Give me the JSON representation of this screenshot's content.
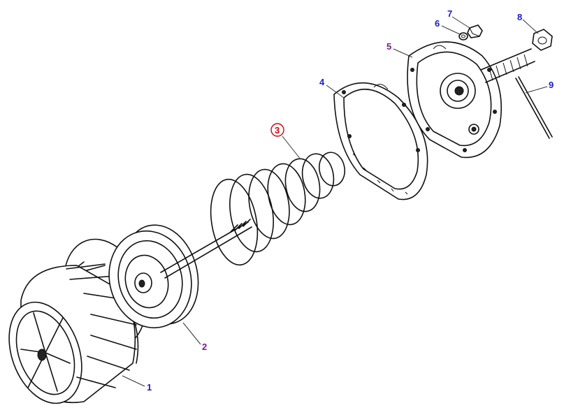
{
  "callouts": [
    {
      "id": "1",
      "label": "1",
      "color": "#1a1acc"
    },
    {
      "id": "2",
      "label": "2",
      "color": "#7a1a8a"
    },
    {
      "id": "3",
      "label": "3",
      "color": "#d40000",
      "highlighted": true
    },
    {
      "id": "4",
      "label": "4",
      "color": "#1a1acc"
    },
    {
      "id": "5",
      "label": "5",
      "color": "#7a1a8a"
    },
    {
      "id": "6",
      "label": "6",
      "color": "#1a1acc"
    },
    {
      "id": "7",
      "label": "7",
      "color": "#1a1acc"
    },
    {
      "id": "8",
      "label": "8",
      "color": "#1a1acc"
    },
    {
      "id": "9",
      "label": "9",
      "color": "#1a1acc"
    }
  ]
}
